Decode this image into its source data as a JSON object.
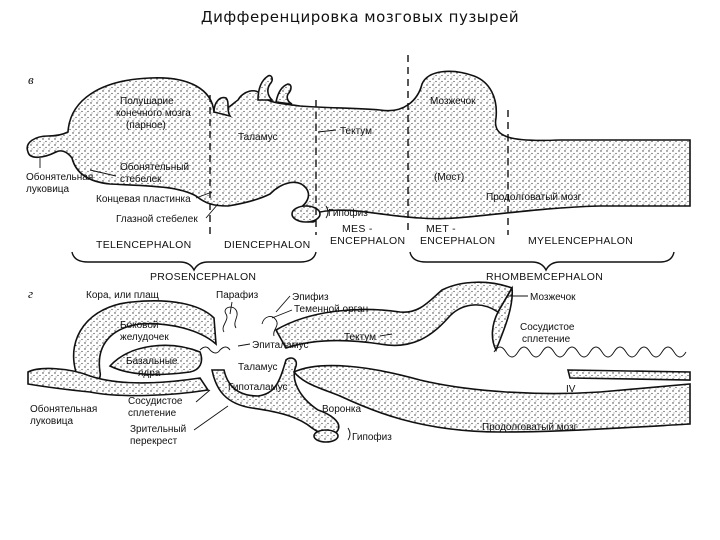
{
  "title": "Дифференцировка мозговых пузырей",
  "panel_b": {
    "letter": "в",
    "labels": {
      "hemisphere": [
        "Полушарие",
        "конечного мозга",
        "(парное)"
      ],
      "thalamus": "Таламус",
      "tectum": "Тектум",
      "cerebellum": "Мозжечок",
      "pons": "(Мост)",
      "medulla": "Продолговатый мозг",
      "olfactory_bulb": [
        "Обонятельная",
        "луковица"
      ],
      "olfactory_stalk": [
        "Обонятельный",
        "стебелек"
      ],
      "lamina_terminalis": "Концевая пластинка",
      "optic_stalk": "Глазной стебелек",
      "hypophysis": "Гипофиз"
    },
    "divisions": {
      "telencephalon": "TELENCEPHALON",
      "diencephalon": "DIENCEPHALON",
      "mesencephalon": [
        "MES -",
        "ENCEPHALON"
      ],
      "metencephalon": [
        "MET -",
        "ENCEPHALON"
      ],
      "myelencephalon": "MYELENCEPHALON",
      "prosencephalon": "PROSENCEPHALON",
      "rhombencephalon": "RHOMBEMCEPHALON"
    }
  },
  "panel_g": {
    "letter": "г",
    "labels": {
      "cortex": "Кора, или плащ",
      "paraphysis": "Парафиз",
      "epiphysis": "Эпифиз",
      "parietal_organ": "Теменной орган",
      "cerebellum": "Мозжечок",
      "lateral_ventricle": [
        "Боковой",
        "желудочек"
      ],
      "epithalamus": "Эпиталамус",
      "tectum": "Тектум",
      "thalamus": "Таламус",
      "choroid_plexus_right": [
        "Сосудистое",
        "сплетение"
      ],
      "basal_nuclei": [
        "Базальные",
        "ядра"
      ],
      "hypothalamus": "Гипоталамус",
      "ventricle_iv": "IV",
      "olfactory_bulb": [
        "Обонятельная",
        "луковица"
      ],
      "choroid_plexus_left": [
        "Сосудистое",
        "сплетение"
      ],
      "infundibulum": "Воронка",
      "optic_chiasm": [
        "Зрительный",
        "перекрест"
      ],
      "hypophysis": "Гипофиз",
      "medulla": "Продолговатый мозг"
    }
  },
  "colors": {
    "ink": "#111111",
    "paper": "#ffffff"
  }
}
